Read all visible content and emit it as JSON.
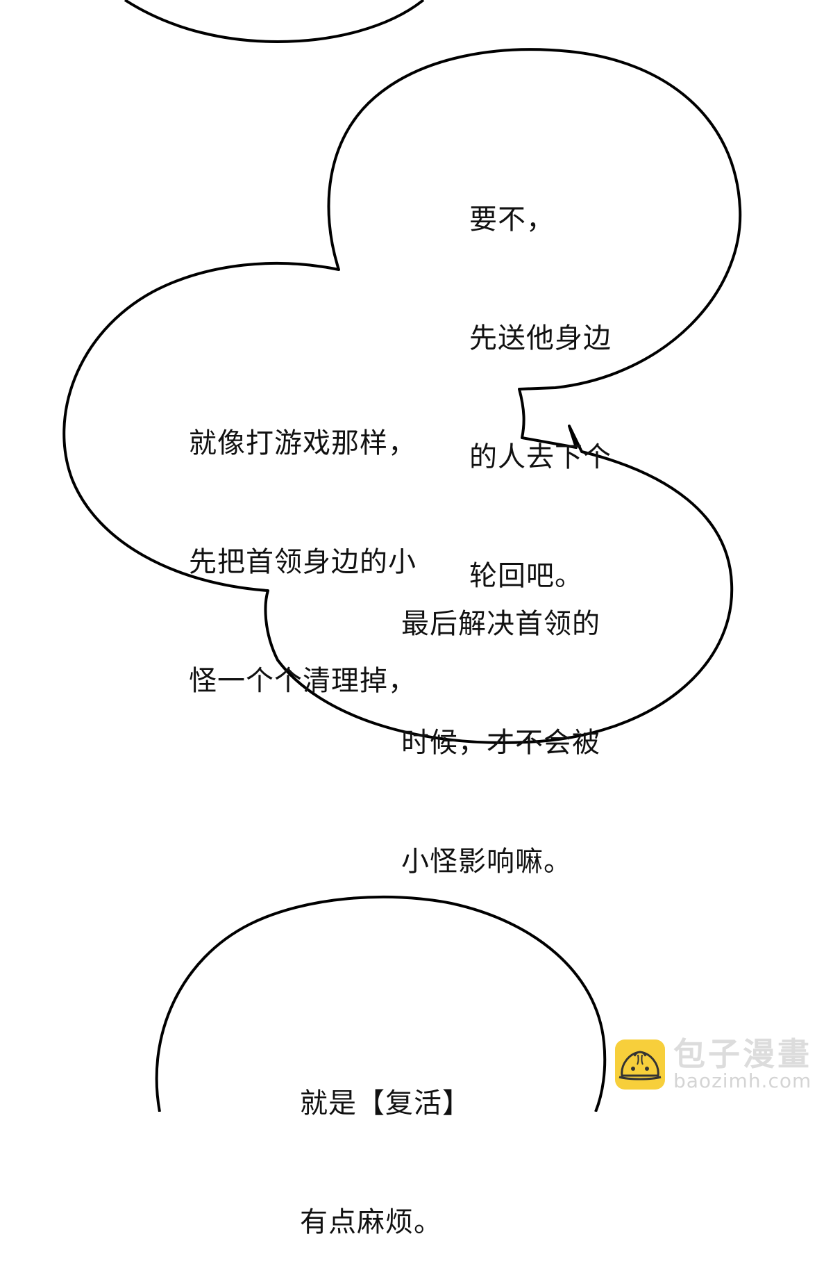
{
  "page": {
    "background": "#ffffff",
    "stroke_color": "#000000",
    "text_color": "#111111"
  },
  "bubbles": [
    {
      "id": "top-partial",
      "lines": []
    },
    {
      "id": "bubble-1",
      "lines": [
        "要不，",
        "先送他身边",
        "的人去下个",
        "轮回吧。"
      ]
    },
    {
      "id": "bubble-2",
      "lines": [
        "就像打游戏那样，",
        "先把首领身边的小",
        "怪一个个清理掉，"
      ]
    },
    {
      "id": "bubble-3",
      "lines": [
        "最后解决首领的",
        "时候，才不会被",
        "小怪影响嘛。"
      ]
    },
    {
      "id": "bubble-4",
      "lines": [
        "就是【复活】",
        "有点麻烦。"
      ]
    }
  ],
  "watermark": {
    "icon": "baozi-bun-icon",
    "logo_color": "#f7cf3b",
    "title": "包子漫畫",
    "url": "baozimh.com"
  }
}
